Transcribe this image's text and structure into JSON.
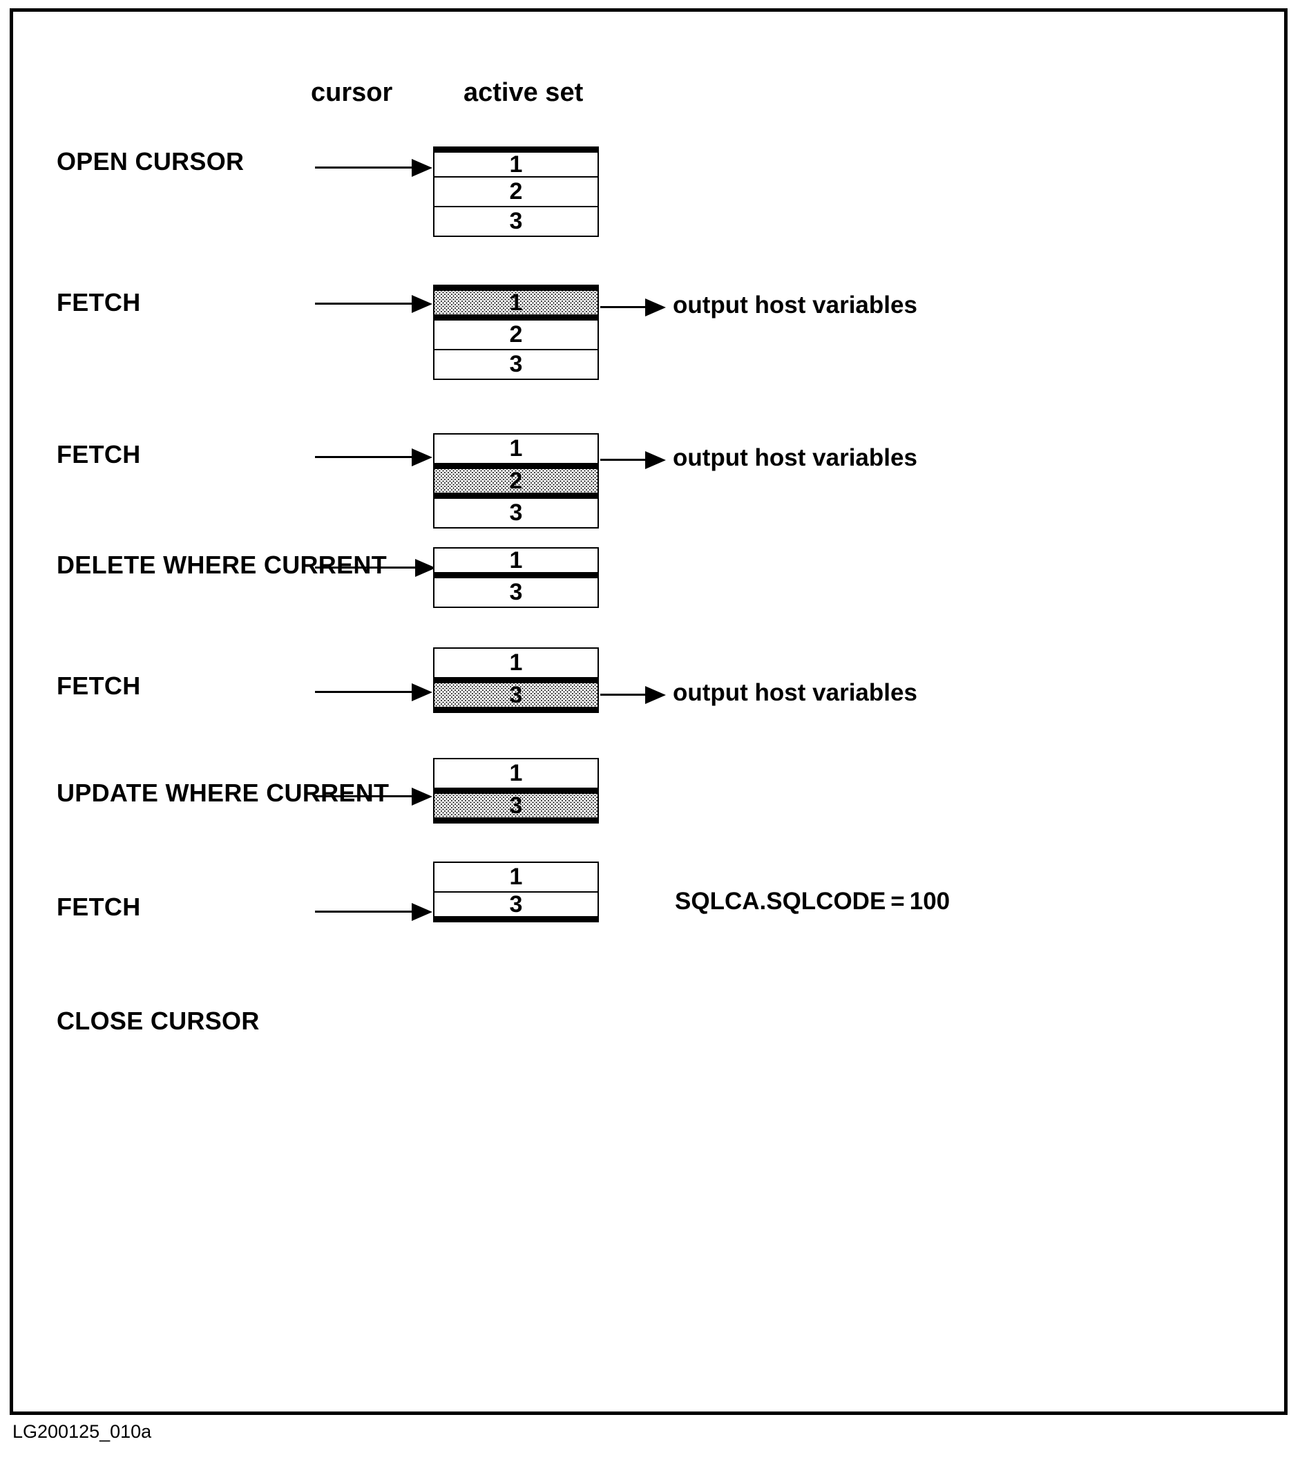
{
  "figure": {
    "caption_id": "LG200125_010a",
    "headers": {
      "cursor": "cursor",
      "active_set": "active set"
    }
  },
  "steps": [
    {
      "label": "OPEN CURSOR",
      "cursor_arrow": true,
      "annotation": "",
      "rows": [
        {
          "value": "1",
          "shaded": false,
          "cursor_top": true,
          "cursor_bottom": false
        },
        {
          "value": "2",
          "shaded": false,
          "cursor_top": false,
          "cursor_bottom": false
        },
        {
          "value": "3",
          "shaded": false,
          "cursor_top": false,
          "cursor_bottom": false
        }
      ]
    },
    {
      "label": "FETCH",
      "cursor_arrow": true,
      "annotation": "output host variables",
      "rows": [
        {
          "value": "1",
          "shaded": true,
          "cursor_top": false,
          "cursor_bottom": false
        },
        {
          "value": "2",
          "shaded": false,
          "cursor_top": false,
          "cursor_bottom": false
        },
        {
          "value": "3",
          "shaded": false,
          "cursor_top": false,
          "cursor_bottom": false
        }
      ]
    },
    {
      "label": "FETCH",
      "cursor_arrow": true,
      "annotation": "output host variables",
      "rows": [
        {
          "value": "1",
          "shaded": false,
          "cursor_top": false,
          "cursor_bottom": false
        },
        {
          "value": "2",
          "shaded": true,
          "cursor_top": false,
          "cursor_bottom": false
        },
        {
          "value": "3",
          "shaded": false,
          "cursor_top": false,
          "cursor_bottom": false
        }
      ]
    },
    {
      "label": "DELETE WHERE CURRENT",
      "cursor_arrow": true,
      "annotation": "",
      "rows": [
        {
          "value": "1",
          "shaded": false,
          "cursor_top": false,
          "cursor_bottom": true
        },
        {
          "value": "3",
          "shaded": false,
          "cursor_top": false,
          "cursor_bottom": false
        }
      ]
    },
    {
      "label": "FETCH",
      "cursor_arrow": true,
      "annotation": "output host variables",
      "rows": [
        {
          "value": "1",
          "shaded": false,
          "cursor_top": false,
          "cursor_bottom": false
        },
        {
          "value": "3",
          "shaded": true,
          "cursor_top": false,
          "cursor_bottom": false
        }
      ]
    },
    {
      "label": "UPDATE WHERE CURRENT",
      "cursor_arrow": true,
      "annotation": "",
      "rows": [
        {
          "value": "1",
          "shaded": false,
          "cursor_top": false,
          "cursor_bottom": false
        },
        {
          "value": "3",
          "shaded": true,
          "cursor_top": false,
          "cursor_bottom": false
        }
      ]
    },
    {
      "label": "FETCH",
      "cursor_arrow": true,
      "annotation": "SQLCA.SQLCODE = 100",
      "rows": [
        {
          "value": "1",
          "shaded": false,
          "cursor_top": false,
          "cursor_bottom": false
        },
        {
          "value": "3",
          "shaded": false,
          "cursor_top": false,
          "cursor_bottom": true
        }
      ]
    },
    {
      "label": "CLOSE CURSOR",
      "cursor_arrow": false,
      "annotation": "",
      "rows": []
    }
  ],
  "layout": {
    "step_tops": [
      195,
      395,
      610,
      775,
      920,
      1080,
      1230,
      1455
    ],
    "label_tops": [
      196,
      400,
      620,
      780,
      955,
      1110,
      1275,
      1440
    ],
    "label_lefts": [
      63,
      63,
      63,
      63,
      63,
      63,
      63,
      63
    ],
    "arrow_tops": [
      213,
      410,
      632,
      792,
      972,
      1123,
      1290,
      0
    ],
    "arrow_lefts": [
      437,
      437,
      437,
      437,
      437,
      437,
      437,
      0
    ],
    "arrow_widths": [
      170,
      170,
      170,
      175,
      170,
      170,
      170,
      0
    ],
    "annotation_tops": [
      0,
      405,
      626,
      0,
      966,
      0,
      1268,
      0
    ],
    "annotation_lefts": [
      0,
      955,
      955,
      0,
      955,
      0,
      958,
      0
    ]
  }
}
